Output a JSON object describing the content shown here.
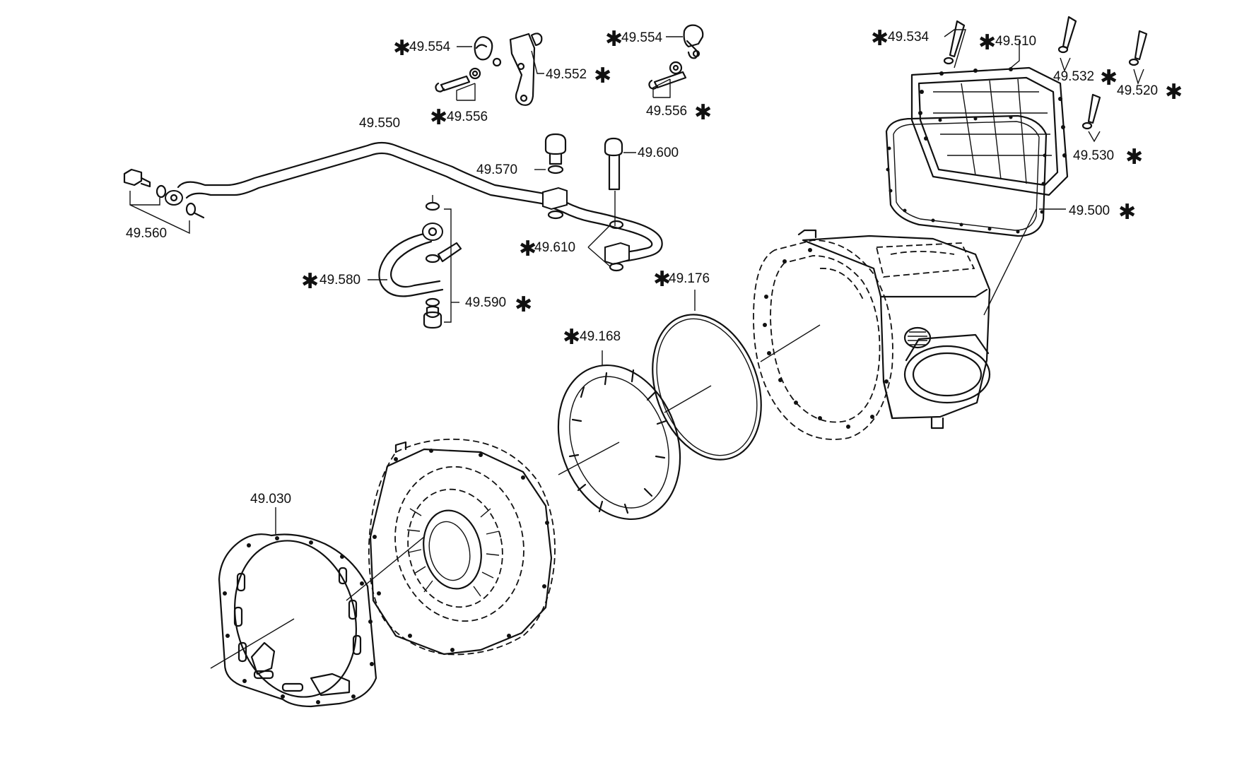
{
  "labels": {
    "p49_554_a": "49.554",
    "p49_556_a": "49.556",
    "p49_552": "49.552",
    "p49_554_b": "49.554",
    "p49_556_b": "49.556",
    "p49_550": "49.550",
    "p49_560": "49.560",
    "p49_570": "49.570",
    "p49_600": "49.600",
    "p49_610": "49.610",
    "p49_580": "49.580",
    "p49_590": "49.590",
    "p49_534": "49.534",
    "p49_510": "49.510",
    "p49_532": "49.532",
    "p49_520": "49.520",
    "p49_530": "49.530",
    "p49_500": "49.500",
    "p49_176": "49.176",
    "p49_168": "49.168",
    "p49_030": "49.030"
  },
  "marker": "✱"
}
